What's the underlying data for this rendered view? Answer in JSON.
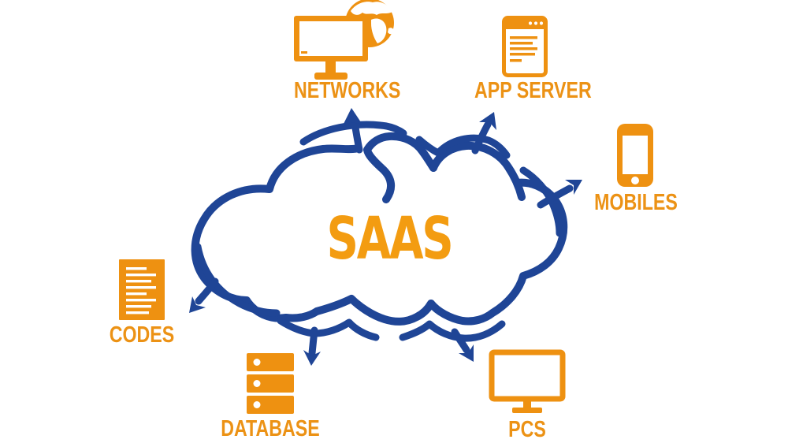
{
  "diagram": {
    "title": "SAAS",
    "nodes": [
      {
        "id": "networks",
        "label": "NETWORKS",
        "icon": "monitor-globe-icon"
      },
      {
        "id": "app-server",
        "label": "APP SERVER",
        "icon": "browser-window-icon"
      },
      {
        "id": "mobiles",
        "label": "MOBILES",
        "icon": "smartphone-icon"
      },
      {
        "id": "codes",
        "label": "CODES",
        "icon": "code-document-icon"
      },
      {
        "id": "database",
        "label": "DATABASE",
        "icon": "server-stack-icon"
      },
      {
        "id": "pcs",
        "label": "PCS",
        "icon": "desktop-monitor-icon"
      }
    ],
    "colors": {
      "icon_orange": "#EE9111",
      "label_orange": "#EC9215",
      "title_orange": "#F39C11",
      "cloud_navy": "#1F4596"
    }
  }
}
